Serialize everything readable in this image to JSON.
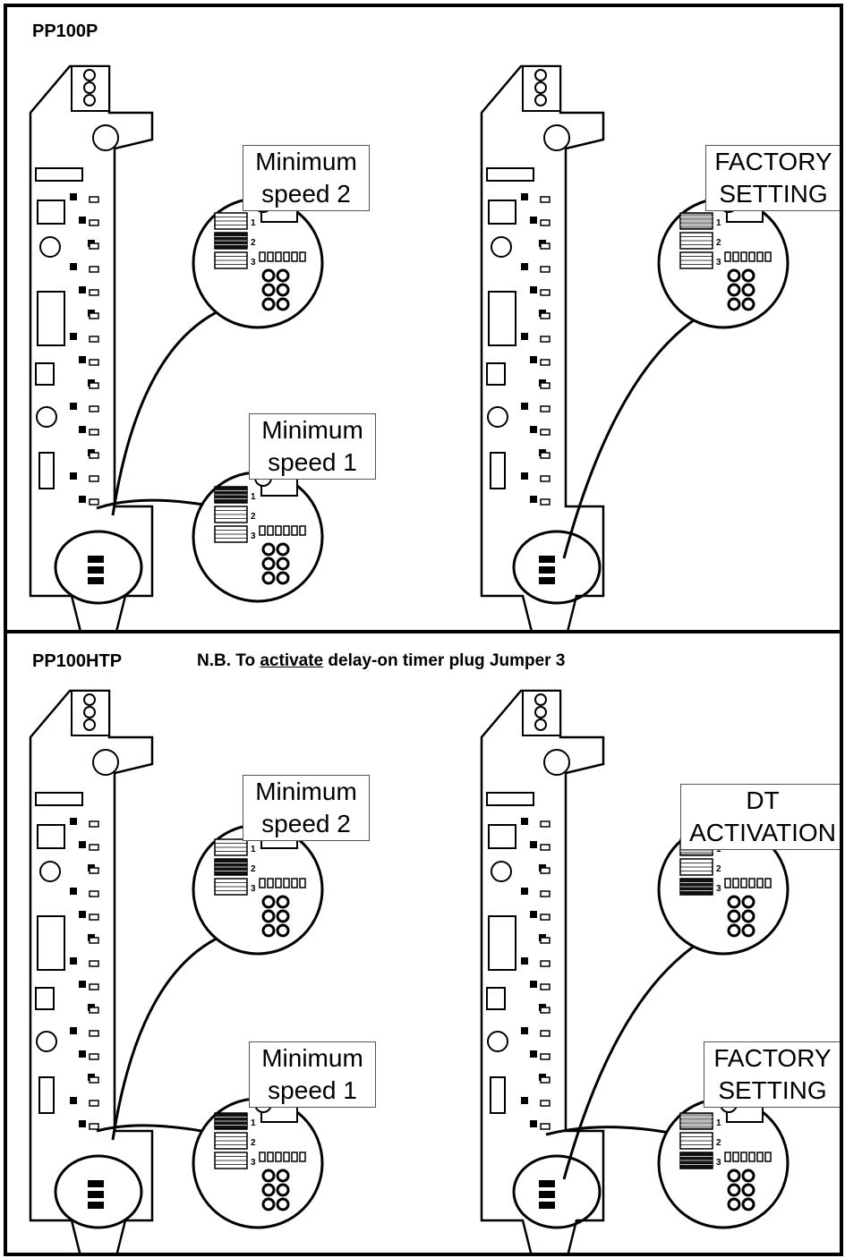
{
  "panels": [
    {
      "title": "PP100P",
      "note_prefix": "",
      "note_underlined": "",
      "note_suffix": "",
      "labels": [
        {
          "line1": "Minimum",
          "line2": "speed 2"
        },
        {
          "line1": "Minimum",
          "line2": "speed 1"
        },
        {
          "line1": "FACTORY",
          "line2": "SETTING"
        }
      ]
    },
    {
      "title": "PP100HTP",
      "note_prefix": "N.B. To ",
      "note_underlined": "activate",
      "note_suffix": " delay-on timer plug Jumper 3",
      "labels": [
        {
          "line1": "Minimum",
          "line2": "speed 2"
        },
        {
          "line1": "Minimum",
          "line2": "speed 1"
        },
        {
          "line1": "DT",
          "line2": "ACTIVATION"
        },
        {
          "line1": "FACTORY",
          "line2": "SETTING"
        }
      ]
    }
  ],
  "jumper_pins": [
    "1",
    "2",
    "3"
  ],
  "colors": {
    "jumper_on": "#111111",
    "jumper_factory": "#999999",
    "outline": "#000000"
  }
}
